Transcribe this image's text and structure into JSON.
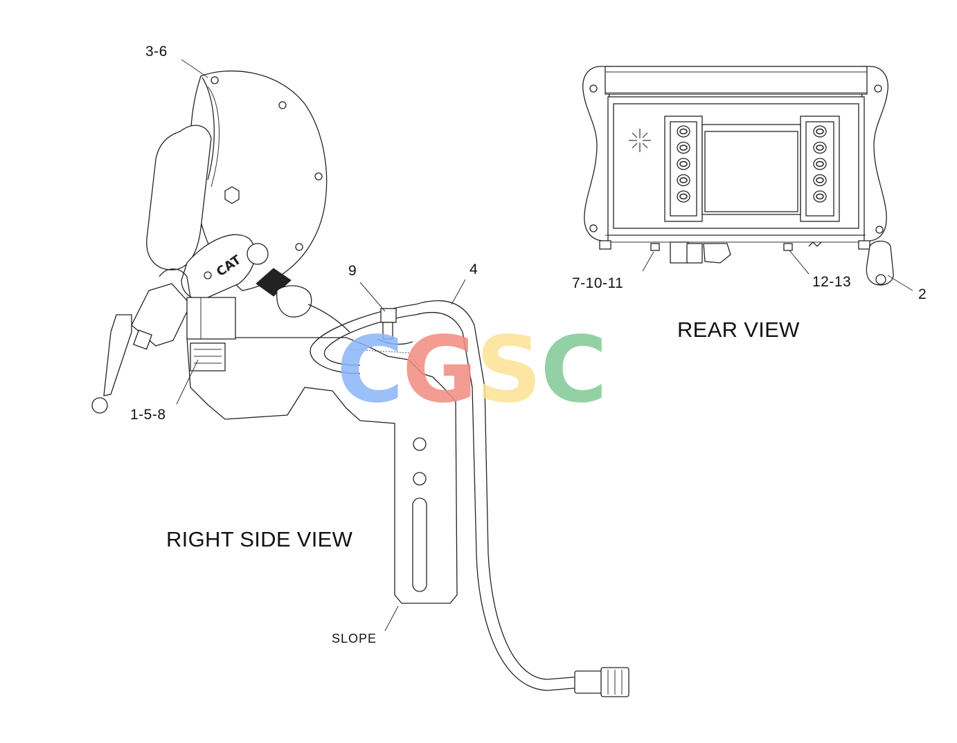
{
  "views": {
    "right_side": "RIGHT SIDE VIEW",
    "rear": "REAR VIEW"
  },
  "callouts": {
    "c36": "3-6",
    "c158": "1-5-8",
    "c9": "9",
    "c4": "4",
    "c71011": "7-10-11",
    "c1213": "12-13",
    "c2": "2",
    "slope": "SLOPE"
  },
  "watermark": {
    "letters": [
      "C",
      "G",
      "S",
      "C"
    ],
    "colors": [
      "#8ab4f8",
      "#f28b82",
      "#fde293",
      "#81c995"
    ]
  },
  "colors": {
    "line": "#222222",
    "background": "#ffffff"
  }
}
